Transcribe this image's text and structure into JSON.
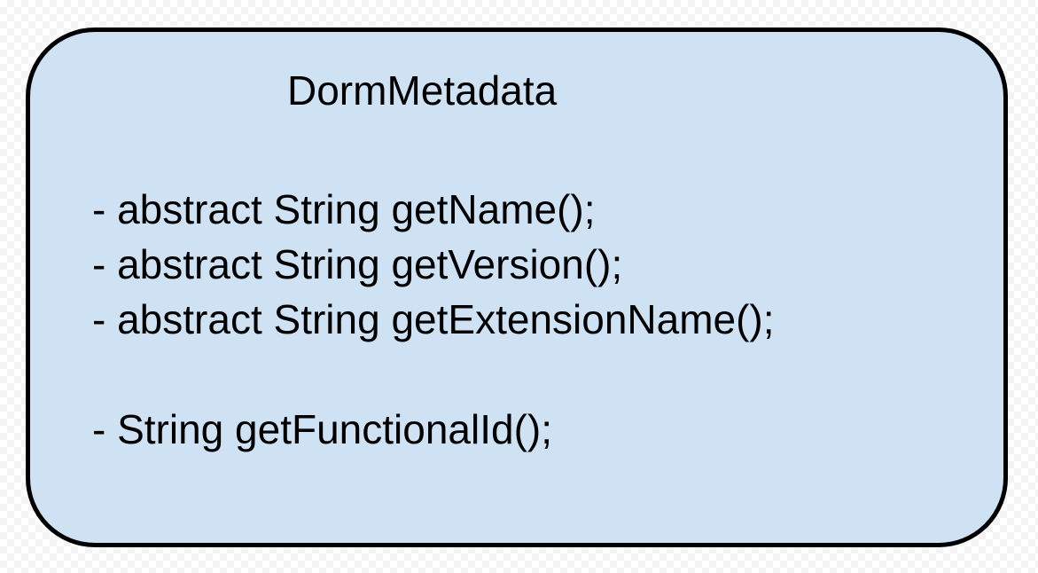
{
  "diagram": {
    "class_name": "DormMetadata",
    "members": [
      "- abstract String getName();",
      "- abstract String getVersion();",
      "- abstract String getExtensionName();",
      "- String getFunctionalId();"
    ],
    "box_fill": "#cfe2f3",
    "box_stroke": "#000000"
  }
}
